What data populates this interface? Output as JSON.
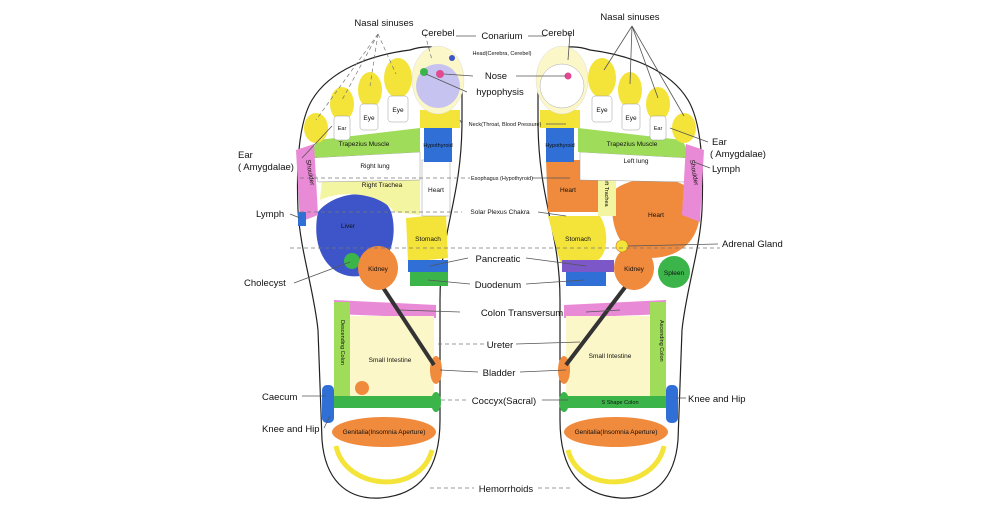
{
  "labels": {
    "nasal_sinuses_left": "Nasal sinuses",
    "nasal_sinuses_right": "Nasal sinuses",
    "cerebel_left": "Cerebel",
    "cerebel_right": "Cerebel",
    "conarium": "Conarium",
    "head": "Head(Cerebra, Cerebel)",
    "nose": "Nose",
    "hypophysis": "hypophysis",
    "neck": "Neck(Throat, Blood Pressure)",
    "esophagus": "Esophagus (Hypothyroid)",
    "solar_plexus": "Solar Plexus Chakra",
    "pancreatic": "Pancreatic",
    "duodenum": "Duodenum",
    "colon_transversum": "Colon Transversum",
    "ureter": "Ureter",
    "bladder": "Bladder",
    "coccyx": "Coccyx(Sacral)",
    "hemorrhoids": "Hemorrhoids",
    "ear_left": "Ear",
    "amygdalae_left": "( Amygdalae)",
    "ear_right": "Ear",
    "amygdalae_right": "( Amygdalae)",
    "lymph_left": "Lymph",
    "lymph_right": "Lymph",
    "adrenal_gland": "Adrenal Gland",
    "cholecyst": "Cholecyst",
    "caecum": "Caecum",
    "knee_hip_left": "Knee and Hip",
    "knee_hip_right": "Knee and Hip"
  },
  "zones": {
    "eye": "Eye",
    "ear": "Ear",
    "trapezius": "Trapezius Muscle",
    "shoulder": "Shoulder",
    "right_lung": "Right lung",
    "left_lung": "Left lung",
    "right_trachea": "Right Trachea",
    "left_trachea": "Left Trachea",
    "hypothyroid": "Hypothyroid",
    "heart": "Heart",
    "liver": "Liver",
    "stomach": "Stomach",
    "kidney": "Kidney",
    "spleen": "Spleen",
    "small_intestine": "Small Intestine",
    "descending_colon": "Descending Colon",
    "ascending_colon": "Ascending Colon",
    "s_shape_colon": "S Shape Colon",
    "genitalia": "Genitalia(Insomnia Aperture)"
  },
  "colors": {
    "yellow": "#f4e43a",
    "pale_yellow": "#fbf7c8",
    "blue": "#2f6fd6",
    "orange": "#f08a3c",
    "pink": "#e98ad6",
    "green": "#3bb54a",
    "light_green": "#c8ec8a",
    "lavender": "#c7c3f0",
    "navy": "#3d55c8"
  }
}
